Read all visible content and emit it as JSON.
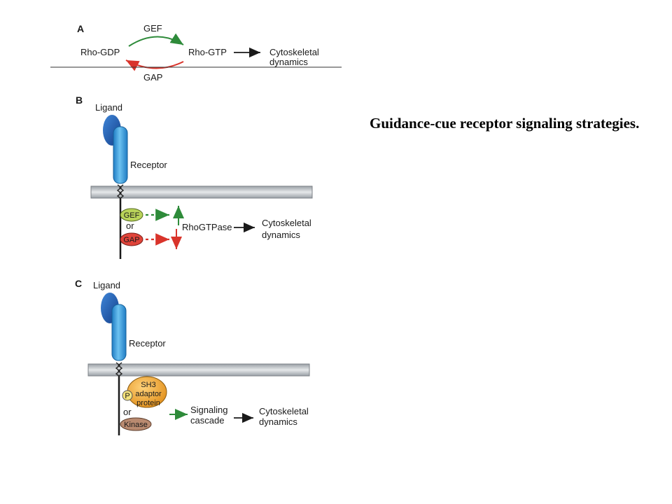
{
  "caption": "Guidance-cue receptor signaling strategies.",
  "panel_a": {
    "letter": "A",
    "gef": "GEF",
    "gap": "GAP",
    "rho_gdp": "Rho-GDP",
    "rho_gtp": "Rho-GTP",
    "output_line1": "Cytoskeletal",
    "output_line2": "dynamics"
  },
  "panel_b": {
    "letter": "B",
    "ligand": "Ligand",
    "receptor": "Receptor",
    "gef": "GEF",
    "or": "or",
    "gap": "GAP",
    "rhogtpase": "RhoGTPase",
    "output_line1": "Cytoskeletal",
    "output_line2": "dynamics"
  },
  "panel_c": {
    "letter": "C",
    "ligand": "Ligand",
    "receptor": "Receptor",
    "phospho": "P",
    "adaptor_line1": "SH3",
    "adaptor_line2": "adaptor",
    "adaptor_line3": "protein",
    "or": "or",
    "kinase": "Kinase",
    "cascade_line1": "Signaling",
    "cascade_line2": "cascade",
    "output_line1": "Cytoskeletal",
    "output_line2": "dynamics"
  },
  "colors": {
    "activation_green": "#2e8b3a",
    "inhibition_red": "#d9342b",
    "ligand_blue": "#1f5fb5",
    "receptor_blue": "#3ea3e0",
    "membrane_gray": "#bfc3c8",
    "gef_green": "#b9d35a",
    "gap_red": "#e0443a",
    "adaptor_orange": "#f0a73a",
    "kinase_brown": "#b98a70"
  }
}
